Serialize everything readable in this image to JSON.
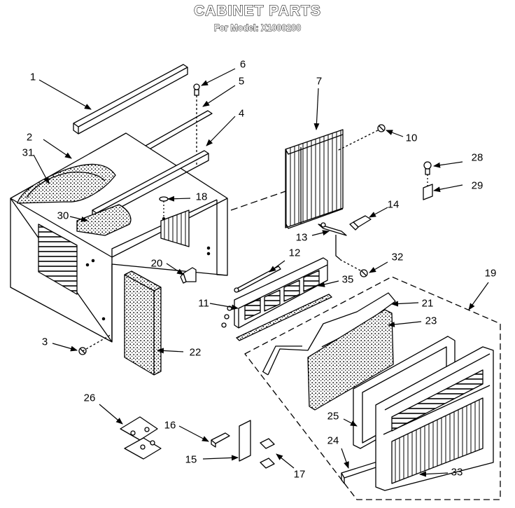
{
  "header": {
    "title": "CABINET PARTS",
    "subtitle": "For Model: X1000200"
  },
  "callouts": {
    "c1": "1",
    "c2": "2",
    "c3": "3",
    "c4": "4",
    "c5": "5",
    "c6": "6",
    "c7": "7",
    "c10": "10",
    "c11": "11",
    "c12": "12",
    "c13": "13",
    "c14": "14",
    "c15": "15",
    "c16": "16",
    "c17": "17",
    "c18": "18",
    "c19": "19",
    "c20": "20",
    "c21": "21",
    "c22": "22",
    "c23": "23",
    "c24": "24",
    "c25": "25",
    "c26": "26",
    "c28": "28",
    "c29": "29",
    "c30": "30",
    "c31": "31",
    "c32": "32",
    "c33": "33",
    "c35": "35"
  }
}
